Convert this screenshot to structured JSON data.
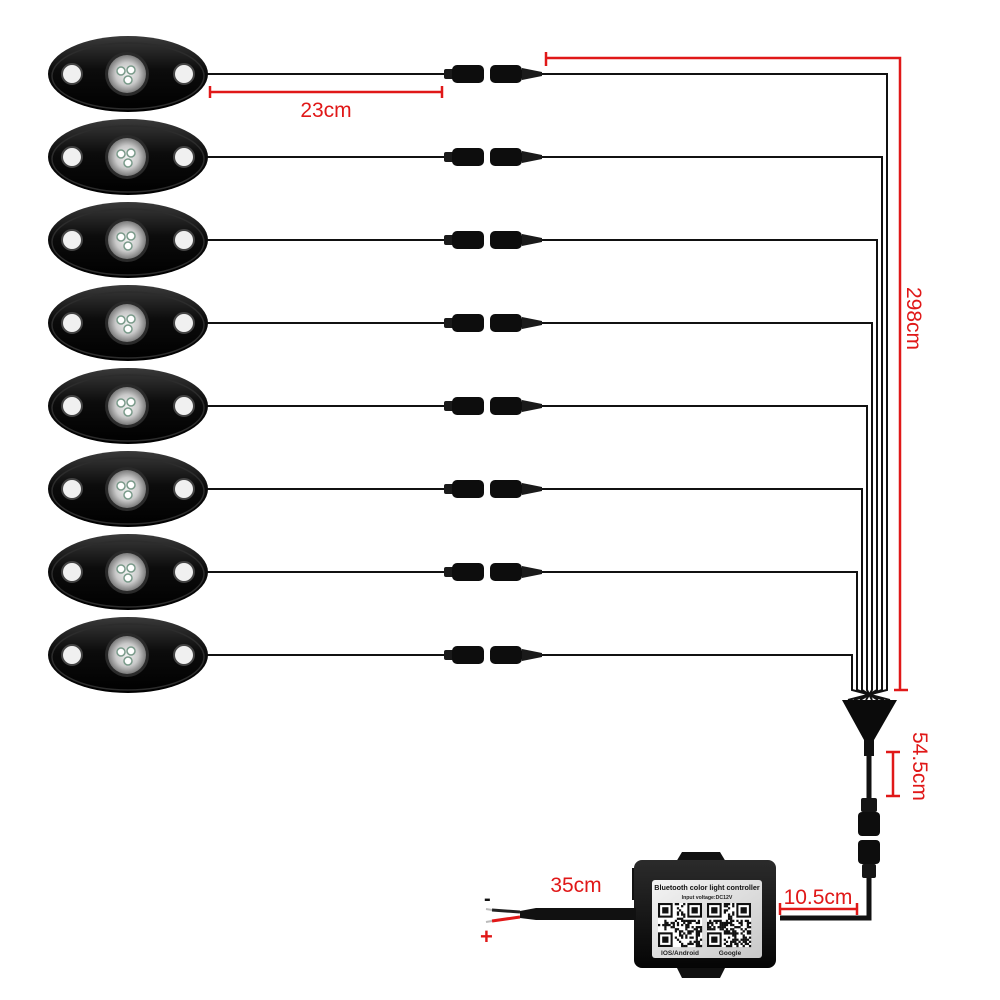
{
  "colors": {
    "dimension": "#e01818",
    "body": "#0d0d0d",
    "cable": "#111111",
    "wire_negative": "#222222",
    "wire_positive": "#e01818"
  },
  "lights": {
    "count": 8,
    "icon": "rock-light-pod-icon"
  },
  "dimensions": {
    "pod_lead": "23cm",
    "main_harness": "298cm",
    "splitter_lead": "54.5cm",
    "controller_output": "10.5cm",
    "power_lead": "35cm"
  },
  "controller": {
    "icon": "bluetooth-controller-box-icon",
    "title": "Bluetooth color light controller",
    "voltage": "Input voltage:DC12V",
    "qr_left_caption": "IOS/Android",
    "qr_right_caption": "Google"
  },
  "power": {
    "negative_label": "-",
    "positive_label": "+"
  }
}
